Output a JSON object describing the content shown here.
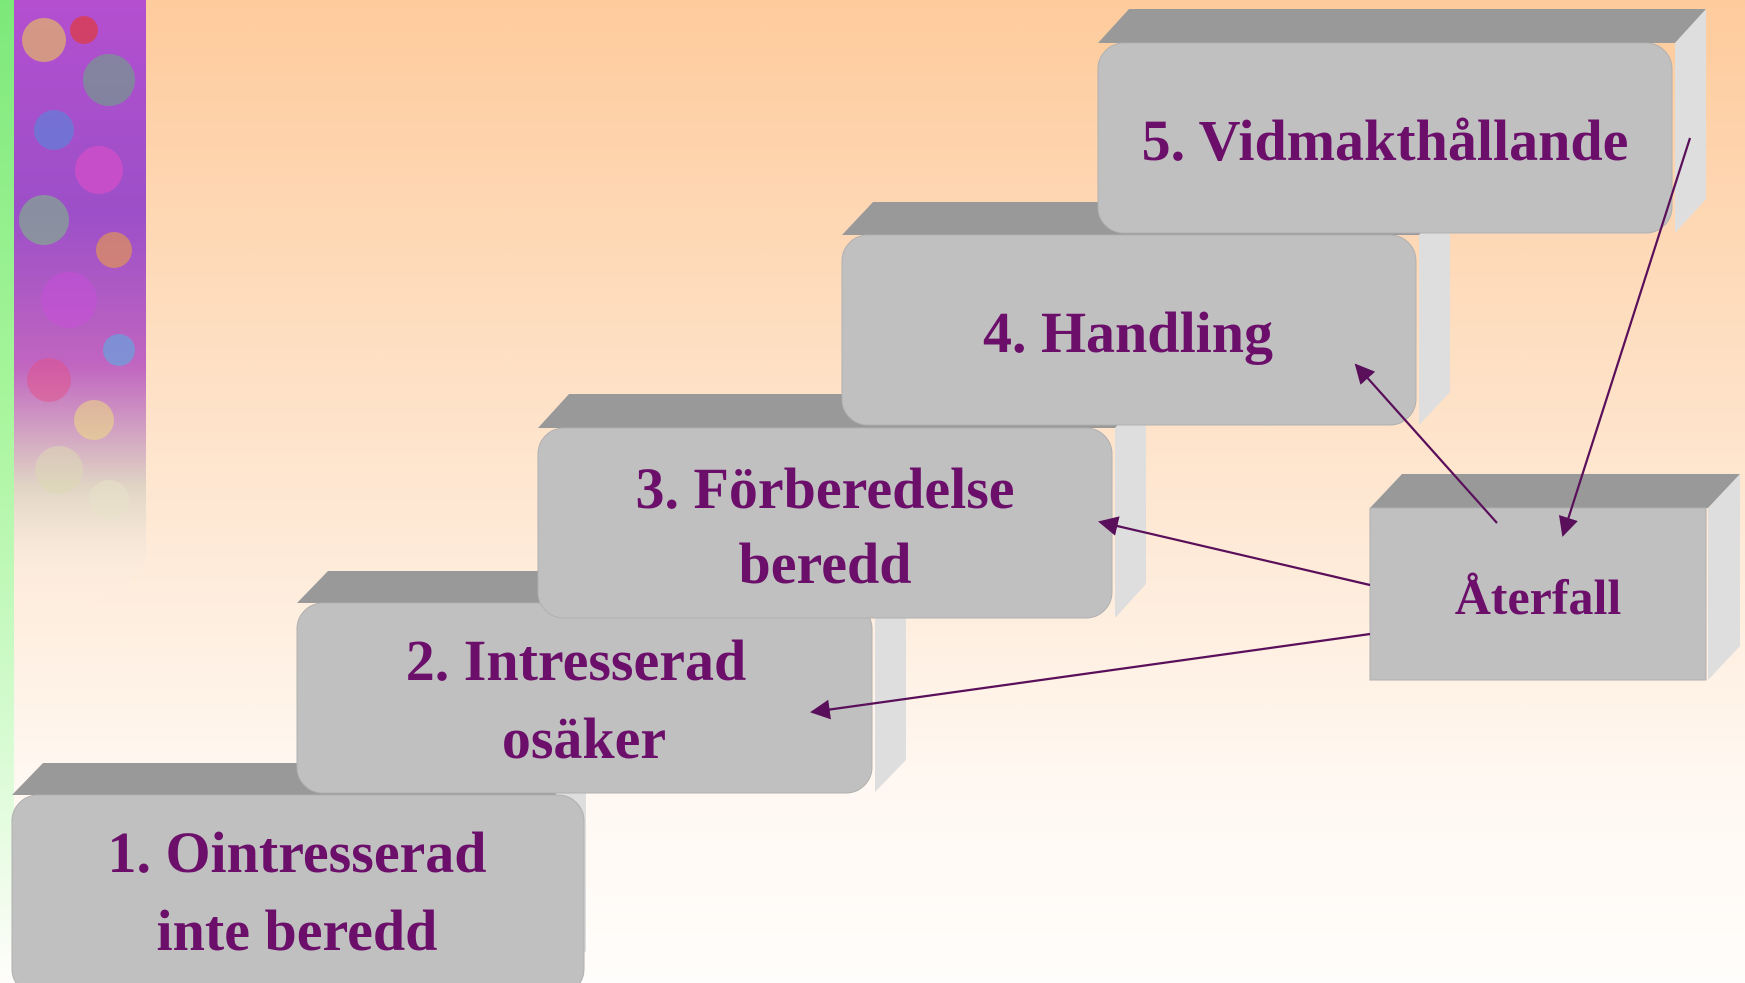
{
  "steps": [
    {
      "line1": "1. Ointresserad",
      "line2": "inte beredd"
    },
    {
      "line1": "2. Intresserad",
      "line2": "osäker"
    },
    {
      "line1": "3. Förberedelse",
      "line2": "beredd"
    },
    {
      "line1": "4. Handling",
      "line2": ""
    },
    {
      "line1": "5. Vidmakthållande",
      "line2": ""
    }
  ],
  "relapse": {
    "label": "Återfall"
  },
  "colors": {
    "text": "#6b0f6b",
    "box_front": "#c0c0c0",
    "box_top": "#999999",
    "box_side": "#dedede",
    "arrow": "#5a0f5a"
  }
}
